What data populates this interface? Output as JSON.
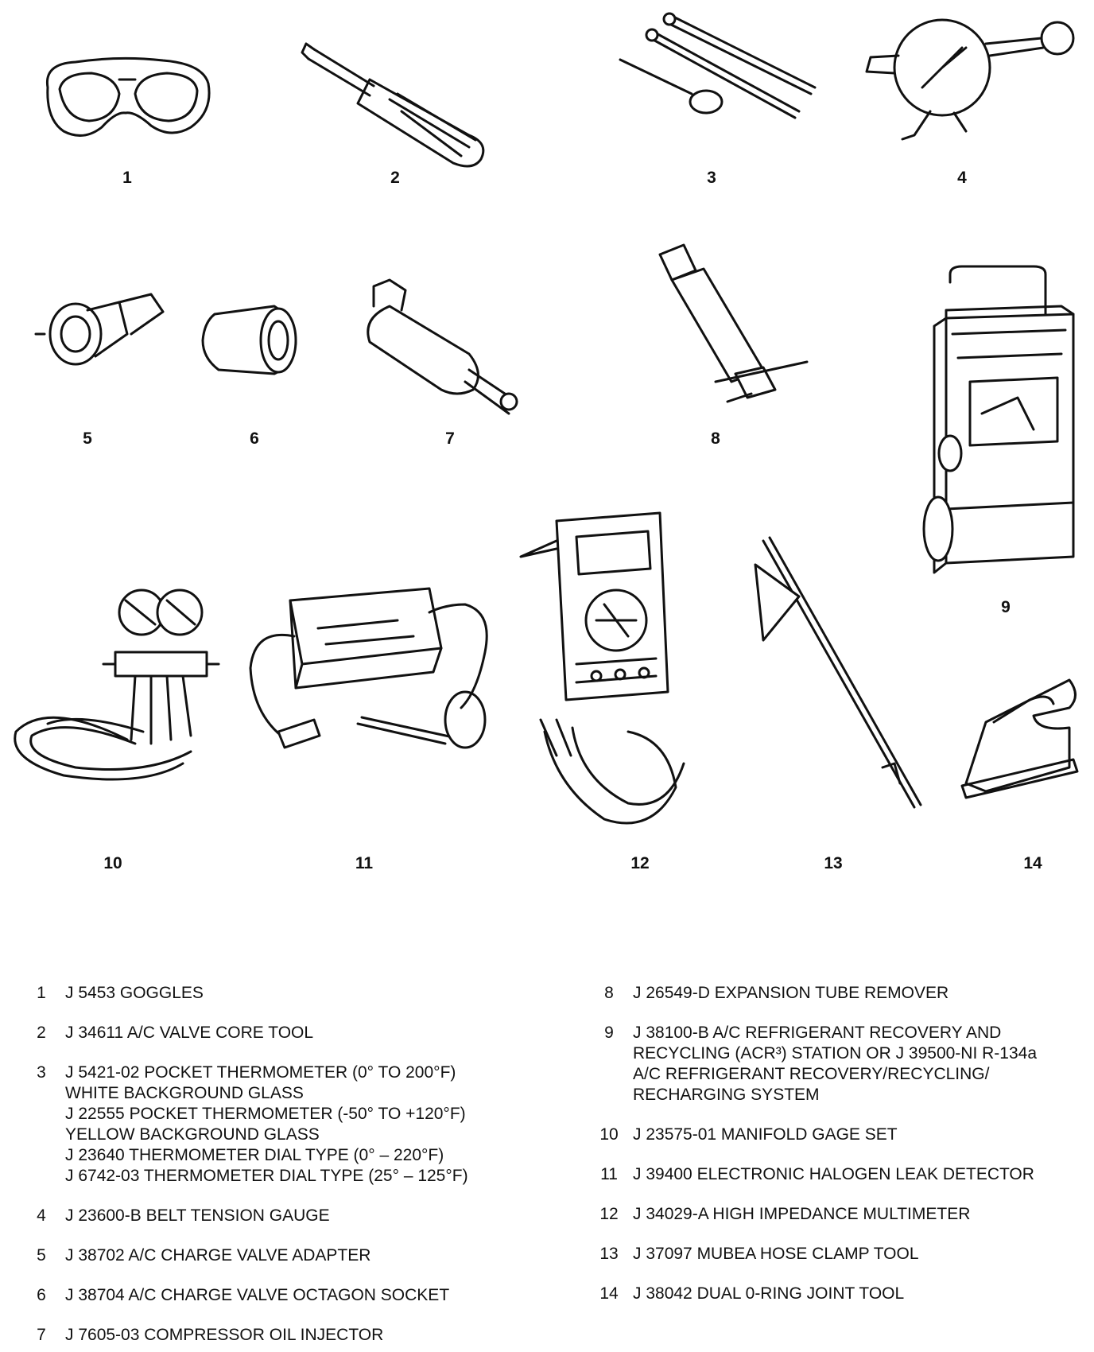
{
  "figure": {
    "callouts": [
      "1",
      "2",
      "3",
      "4",
      "5",
      "6",
      "7",
      "8",
      "9",
      "10",
      "11",
      "12",
      "13",
      "14"
    ]
  },
  "legend": {
    "left": [
      {
        "num": "1",
        "lines": [
          "J 5453 GOGGLES"
        ]
      },
      {
        "num": "2",
        "lines": [
          "J 34611 A/C VALVE CORE TOOL"
        ]
      },
      {
        "num": "3",
        "lines": [
          "J 5421-02 POCKET THERMOMETER (0° TO 200°F)",
          "WHITE BACKGROUND GLASS",
          "J 22555 POCKET THERMOMETER (-50° TO +120°F)",
          "YELLOW BACKGROUND GLASS",
          "J 23640 THERMOMETER DIAL TYPE (0° – 220°F)",
          "J 6742-03 THERMOMETER DIAL TYPE (25° – 125°F)"
        ]
      },
      {
        "num": "4",
        "lines": [
          "J 23600-B BELT TENSION GAUGE"
        ]
      },
      {
        "num": "5",
        "lines": [
          "J 38702 A/C CHARGE VALVE ADAPTER"
        ]
      },
      {
        "num": "6",
        "lines": [
          "J 38704 A/C CHARGE VALVE OCTAGON SOCKET"
        ]
      },
      {
        "num": "7",
        "lines": [
          "J 7605-03 COMPRESSOR OIL INJECTOR"
        ]
      }
    ],
    "right": [
      {
        "num": "8",
        "lines": [
          "J 26549-D EXPANSION TUBE REMOVER"
        ]
      },
      {
        "num": "9",
        "lines": [
          "J 38100-B A/C REFRIGERANT RECOVERY AND",
          "RECYCLING (ACR³) STATION OR J 39500-NI R-134a",
          "A/C REFRIGERANT RECOVERY/RECYCLING/",
          "RECHARGING SYSTEM"
        ]
      },
      {
        "num": "10",
        "lines": [
          "J 23575-01 MANIFOLD GAGE SET"
        ]
      },
      {
        "num": "11",
        "lines": [
          "J 39400 ELECTRONIC HALOGEN LEAK DETECTOR"
        ]
      },
      {
        "num": "12",
        "lines": [
          "J 34029-A HIGH IMPEDANCE MULTIMETER"
        ]
      },
      {
        "num": "13",
        "lines": [
          "J 37097 MUBEA HOSE CLAMP TOOL"
        ]
      },
      {
        "num": "14",
        "lines": [
          "J 38042 DUAL 0-RING JOINT TOOL"
        ]
      }
    ]
  }
}
